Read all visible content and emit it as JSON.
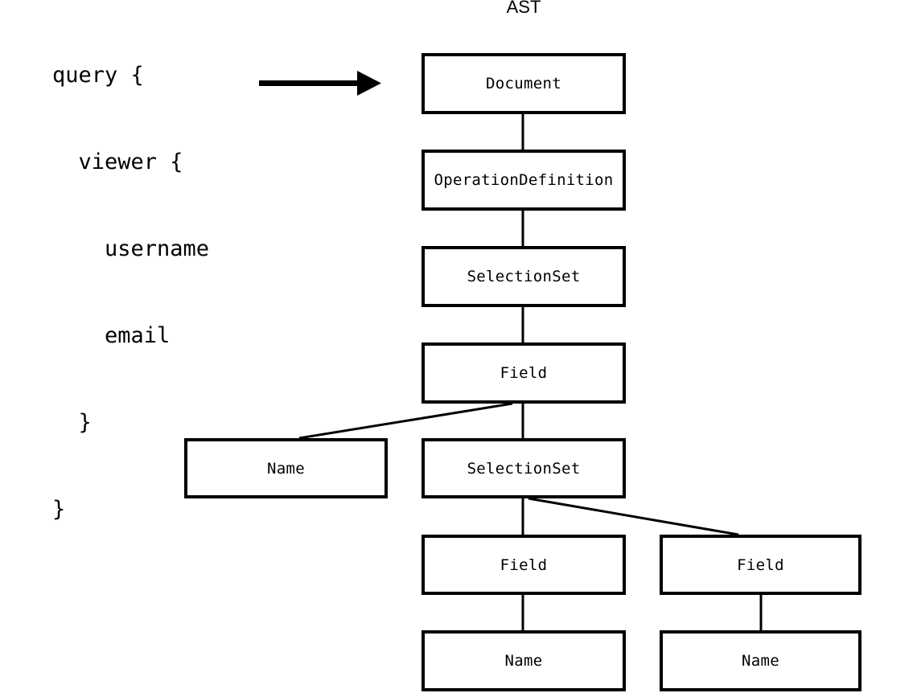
{
  "title": "AST",
  "code": {
    "language_hint": "graphql",
    "lines": [
      "query {",
      "  viewer {",
      "    username",
      "    email",
      "  }",
      "}"
    ]
  },
  "icons": {
    "arrow": "right-arrow"
  },
  "colors": {
    "ink": "#000000",
    "background": "#ffffff",
    "box_fill": "#ffffff"
  },
  "tree": {
    "nodes": [
      {
        "id": "document",
        "label": "Document"
      },
      {
        "id": "operation-definition",
        "label": "OperationDefinition"
      },
      {
        "id": "selection-set-1",
        "label": "SelectionSet"
      },
      {
        "id": "field-1",
        "label": "Field"
      },
      {
        "id": "name-1",
        "label": "Name"
      },
      {
        "id": "selection-set-2",
        "label": "SelectionSet"
      },
      {
        "id": "field-2",
        "label": "Field"
      },
      {
        "id": "field-3",
        "label": "Field"
      },
      {
        "id": "name-2",
        "label": "Name"
      },
      {
        "id": "name-3",
        "label": "Name"
      }
    ],
    "edges": [
      {
        "from": "document",
        "to": "operation-definition"
      },
      {
        "from": "operation-definition",
        "to": "selection-set-1"
      },
      {
        "from": "selection-set-1",
        "to": "field-1"
      },
      {
        "from": "field-1",
        "to": "name-1"
      },
      {
        "from": "field-1",
        "to": "selection-set-2"
      },
      {
        "from": "selection-set-2",
        "to": "field-2"
      },
      {
        "from": "selection-set-2",
        "to": "field-3"
      },
      {
        "from": "field-2",
        "to": "name-2"
      },
      {
        "from": "field-3",
        "to": "name-3"
      }
    ]
  }
}
